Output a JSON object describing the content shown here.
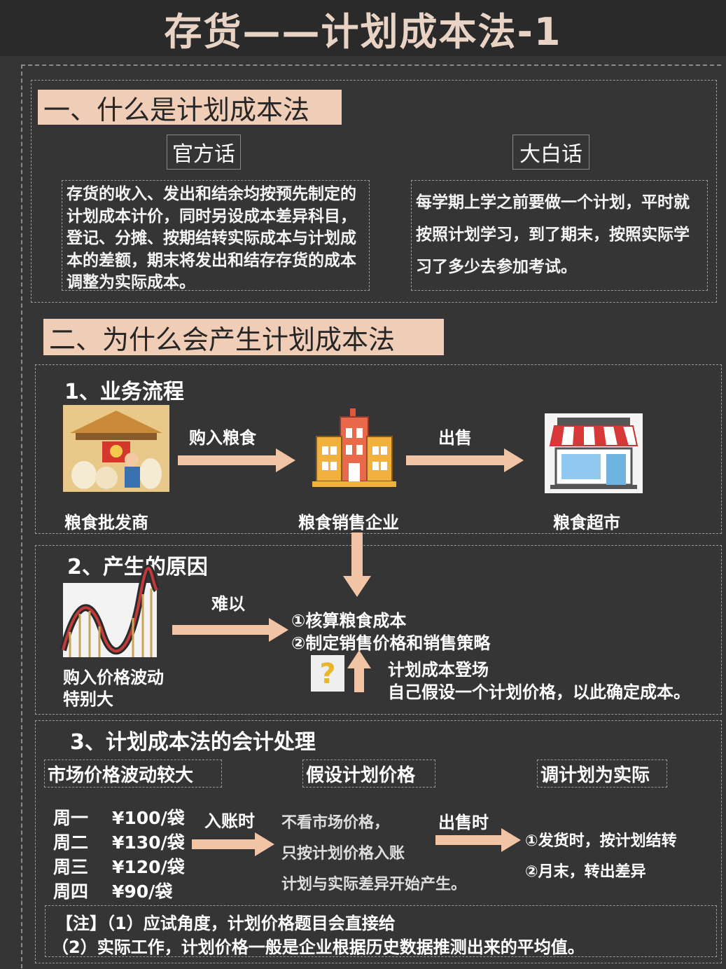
{
  "title": "存货——计划成本法-1",
  "section1": {
    "heading": "一、什么是计划成本法",
    "official_label": "官方话",
    "plain_label": "大白话",
    "official_text": "存货的收入、发出和结余均按预先制定的计划成本计价，同时另设成本差异科目，登记、分摊、按期结转实际成本与计划成本的差额，期末将发出和结存存货的成本调整为实际成本。",
    "plain_text": "每学期上学之前要做一个计划，平时就按照计划学习，到了期末，按照实际学习了多少去参加考试。"
  },
  "section2": {
    "heading": "二、为什么会产生计划成本法",
    "flow": {
      "title": "1、业务流程",
      "nodes": [
        "粮食批发商",
        "粮食销售企业",
        "粮食超市"
      ],
      "arrow1": "购入粮食",
      "arrow2": "出售"
    },
    "reason": {
      "title": "2、产生的原因",
      "cause_line1": "购入价格波动",
      "cause_line2": "特别大",
      "arrow_label": "难以",
      "item1": "①核算粮食成本",
      "item2": "②制定销售价格和销售策略",
      "plan_title": "计划成本登场",
      "plan_text": "自己假设一个计划价格，以此确定成本。"
    },
    "accounting": {
      "title": "3、计划成本法的会计处理",
      "col1": "市场价格波动较大",
      "col2": "假设计划价格",
      "col3": "调计划为实际",
      "prices": [
        {
          "day": "周一",
          "price": "¥100/袋"
        },
        {
          "day": "周二",
          "price": "¥130/袋"
        },
        {
          "day": "周三",
          "price": "¥120/袋"
        },
        {
          "day": "周四",
          "price": "¥90/袋"
        }
      ],
      "arrow1": "入账时",
      "mid_line1": "不看市场价格，",
      "mid_line2": "只按计划价格入账",
      "mid_line3": "计划与实际差异开始产生。",
      "arrow2": "出售时",
      "right_line1": "①发货时，按计划结转",
      "right_line2": "②月末，转出差异"
    },
    "note": {
      "line1": "【注】（1）应试角度，计划价格题目会直接给",
      "line2": "（2）实际工作，计划价格一般是企业根据历史数据推测出来的平均值。"
    }
  },
  "colors": {
    "background": "#353535",
    "header_bg": "#f0cdb6",
    "arrow": "#f2c4a6",
    "title_text": "#e9d3c4"
  }
}
